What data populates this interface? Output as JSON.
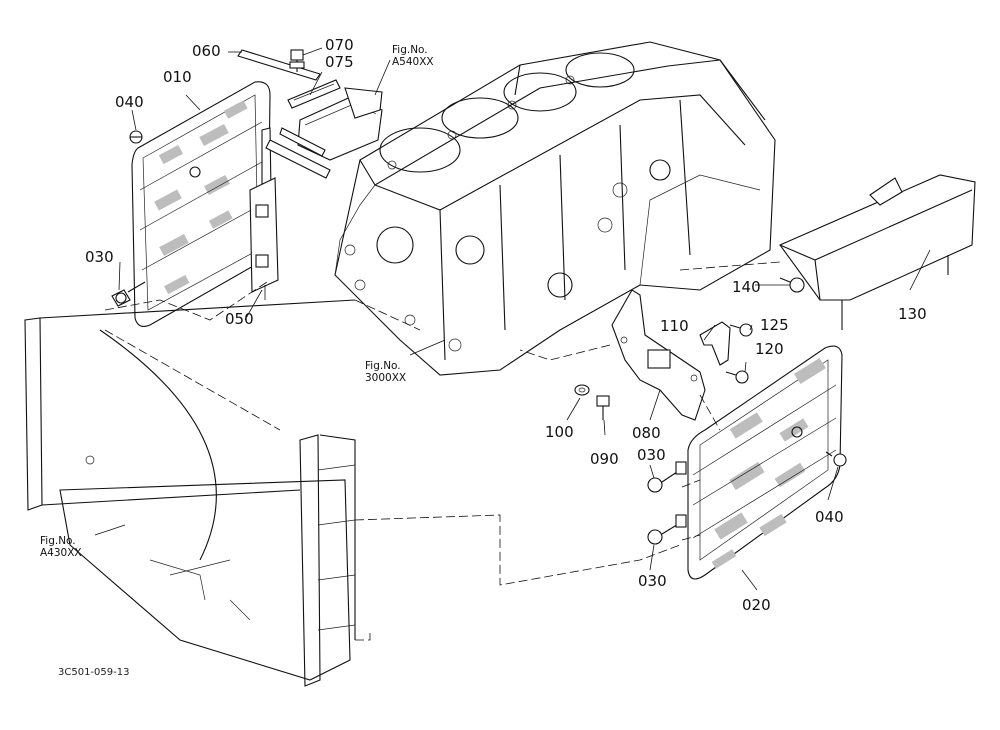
{
  "figure_ref": "3C501-059-13",
  "part_labels": {
    "p010": "010",
    "p020": "020",
    "p030_a": "030",
    "p030_b": "030",
    "p030_c": "030",
    "p040_a": "040",
    "p040_b": "040",
    "p050": "050",
    "p060": "060",
    "p070": "070",
    "p075": "075",
    "p080": "080",
    "p090": "090",
    "p100": "100",
    "p110": "110",
    "p120": "120",
    "p125": "125",
    "p130": "130",
    "p140": "140"
  },
  "cross_refs": {
    "a540": {
      "line1": "Fig.No.",
      "line2": "A540XX"
    },
    "f3000": {
      "line1": "Fig.No.",
      "line2": "3000XX"
    },
    "a430": {
      "line1": "Fig.No.",
      "line2": "A430XX"
    }
  }
}
